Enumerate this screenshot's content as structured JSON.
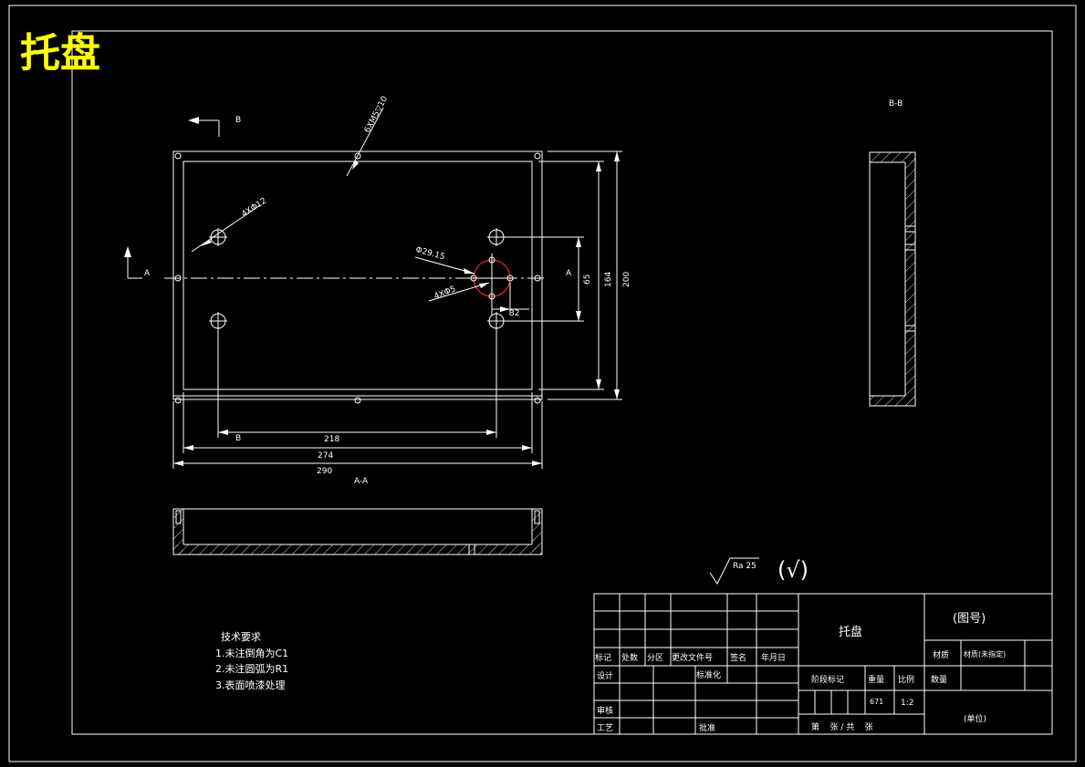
{
  "drawing_title": "托盘",
  "views": {
    "section_a_label": "A-A",
    "section_b_label": "B-B",
    "cut_a_left": "A",
    "cut_a_right": "A",
    "cut_b_top": "B",
    "cut_b_bottom": "B"
  },
  "dimensions": {
    "hole_small": "6XM5▽10",
    "hole_corner": "4XΦ12",
    "hole_center": "Φ29.15",
    "hole_m5": "4XΦ5",
    "d_218": "218",
    "d_274": "274",
    "d_290": "290",
    "d_164": "164",
    "d_200": "200",
    "d_65": "65",
    "d_32": "32"
  },
  "surface_finish": {
    "label": "Ra  25",
    "suffix": "(√)"
  },
  "tech_requirements": {
    "heading": "技术要求",
    "items": [
      "1.未注倒角为C1",
      "2.未注圆弧为R1",
      "3.表面喷漆处理"
    ]
  },
  "title_block": {
    "part_name": "托盘",
    "drawing_no": "(图号)",
    "material_label": "材质",
    "material_value": "材质(未指定)",
    "quantity_label": "数量",
    "unit": "(单位)",
    "col_mark": "标记",
    "col_count": "处数",
    "col_zone": "分区",
    "col_doc": "更改文件号",
    "col_sign": "签名",
    "col_date": "年月日",
    "design": "设计",
    "standardize": "标准化",
    "stage_mark": "阶段标记",
    "weight": "重量",
    "scale_label": "比例",
    "weight_value": "671",
    "scale_value": "1:2",
    "review": "审核",
    "process": "工艺",
    "approve": "批准",
    "sheet_info": "第    张 / 共    张"
  }
}
